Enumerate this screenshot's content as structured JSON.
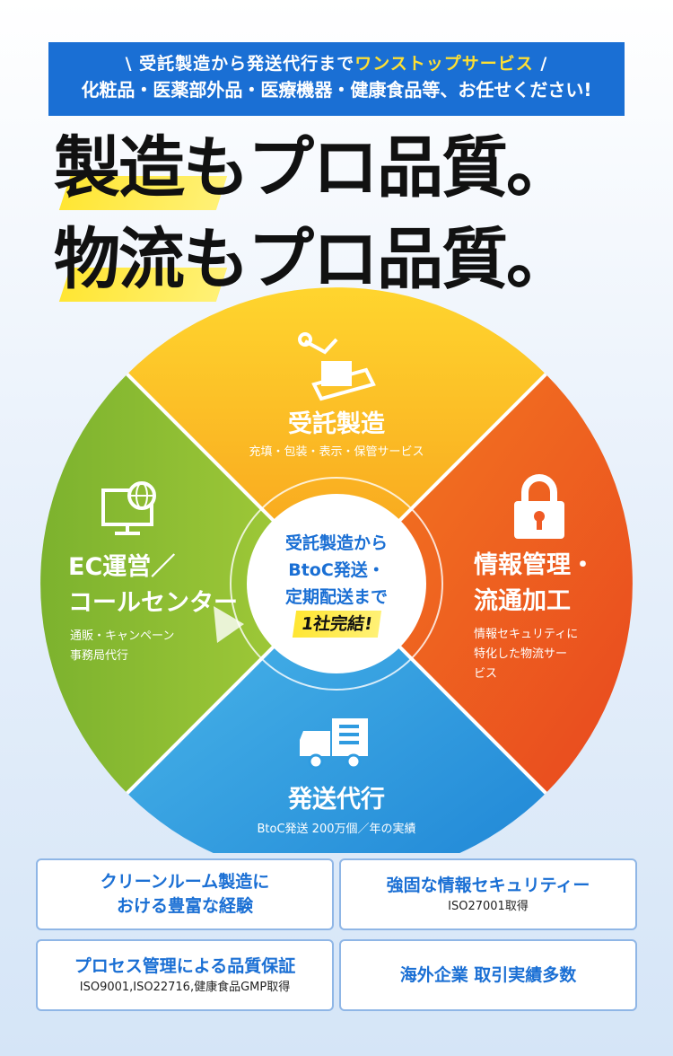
{
  "banner": {
    "line1_pre": "\\ 受託製造から発送代行まで",
    "line1_highlight": "ワンストップサービス",
    "line1_post": " /",
    "line2": "化粧品・医薬部外品・医療機器・健康食品等、お任せください!"
  },
  "headline": {
    "line1_highlight": "製造",
    "line1_rest": "もプロ品質。",
    "line2_highlight": "物流",
    "line2_rest": "もプロ品質。"
  },
  "segments": {
    "top": {
      "title": "受託製造",
      "subtitle": "充填・包装・表示・保管サービス",
      "icon": "factory-robot-icon",
      "color": "#f7a91c"
    },
    "right": {
      "title_line1": "情報管理・",
      "title_line2": "流通加工",
      "sub_line1": "情報セキュリティに",
      "sub_line2": "特化した物流サー",
      "sub_line3": "ビス",
      "icon": "lock-icon",
      "color": "#ef5a24"
    },
    "bottom": {
      "title": "発送代行",
      "subtitle": "BtoC発送 200万個／年の実績",
      "icon": "truck-icon",
      "color": "#2f9be0"
    },
    "left": {
      "title_line1": "EC運営／",
      "title_line2": "コールセンター",
      "sub_line1": "通販・キャンペーン",
      "sub_line2": "事務局代行",
      "icon": "monitor-globe-icon",
      "color": "#86b833"
    }
  },
  "center": {
    "line1": "受託製造から",
    "line2": "BtoC発送・",
    "line3": "定期配送まで",
    "line4": "1社完結!"
  },
  "cards": [
    {
      "title_line1": "クリーンルーム製造に",
      "title_line2": "おける豊富な経験"
    },
    {
      "title": "強固な情報セキュリティー",
      "sub": "ISO27001取得"
    },
    {
      "title": "プロセス管理による品質保証",
      "sub": "ISO9001,ISO22716,健康食品GMP取得"
    },
    {
      "title": "海外企業 取引実績多数"
    }
  ]
}
